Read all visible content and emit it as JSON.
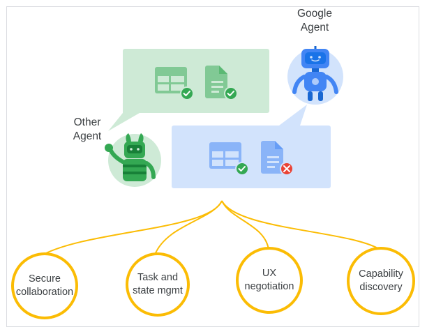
{
  "agents": {
    "google_agent": {
      "name_line1": "Google",
      "name_line2": "Agent"
    },
    "other_agent": {
      "name_line1": "Other",
      "name_line2": "Agent"
    }
  },
  "capabilities": [
    {
      "line1": "Secure",
      "line2": "collaboration"
    },
    {
      "line1": "Task and",
      "line2": "state mgmt"
    },
    {
      "line1": "UX",
      "line2": "negotiation"
    },
    {
      "line1": "Capability",
      "line2": "discovery"
    }
  ],
  "colors": {
    "green_bubble": "#ceead6",
    "green_icon": "#81c995",
    "green_check": "#34a853",
    "blue_bubble": "#d2e3fc",
    "blue_icon": "#8ab4f8",
    "red_x": "#ea4335",
    "yellow": "#fbbc04",
    "google_blue": "#4285f4"
  },
  "icons": [
    "table-icon",
    "document-icon",
    "check-badge-icon",
    "error-badge-icon",
    "robot-icon"
  ]
}
